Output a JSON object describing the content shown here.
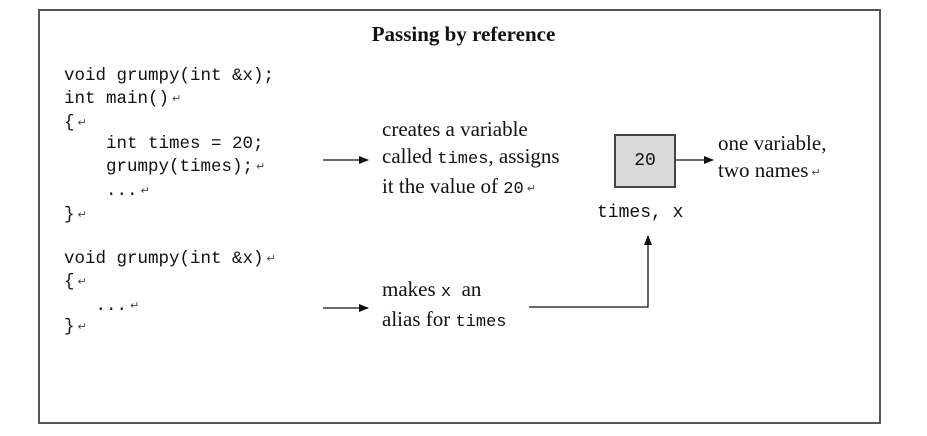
{
  "title": "Passing by reference",
  "prototype_code": [
    "void grumpy(int &x);",
    "int main()",
    "{",
    "    int times = 20;",
    "    grumpy(times);",
    "    ...",
    "}"
  ],
  "definition_code": [
    "void grumpy(int &x)",
    "{",
    "   ...",
    "}"
  ],
  "note_creates": {
    "line1": "creates a variable",
    "line2_prefix": "called ",
    "line2_code": "times",
    "line2_suffix": ", assigns",
    "line3_prefix": "it the value of ",
    "line3_code": "20"
  },
  "note_alias": {
    "line1_prefix": "makes ",
    "line1_code": "x",
    "line1_suffix": "  an",
    "line2_prefix": "alias for ",
    "line2_code": "times"
  },
  "variable_box": {
    "value": "20",
    "names": "times, x"
  },
  "note_variable": {
    "line1": "one variable,",
    "line2": "two names"
  },
  "paragraph_mark": "↵"
}
